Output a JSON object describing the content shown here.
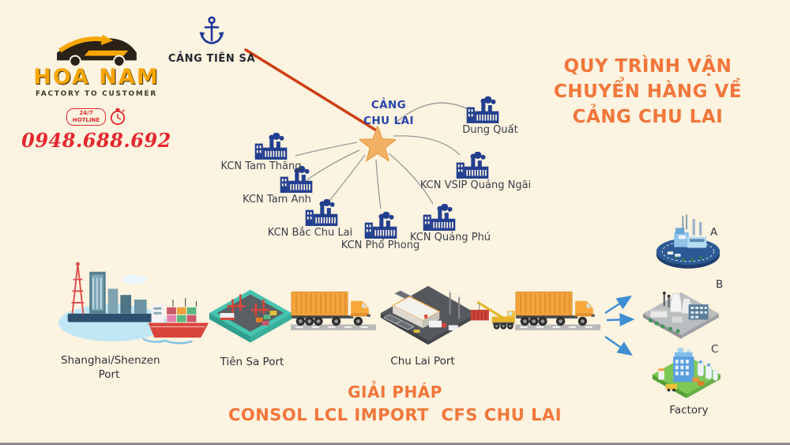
{
  "logo": {
    "brand": "HOA NAM",
    "tagline": "FACTORY TO CUSTOMER",
    "hotline_line1": "24/7",
    "hotline_line2": "HOTLINE",
    "phone": "0948.688.692"
  },
  "heading": {
    "lines": [
      "QUY TRÌNH VẬN",
      "CHUYỂN HÀNG VỀ",
      "CẢNG CHU LAI"
    ]
  },
  "map": {
    "source_port": {
      "label": "CẢNG TIÊN SA"
    },
    "hub": {
      "line1": "CẢNG",
      "line2": "CHU LAI"
    },
    "zones": [
      {
        "label": "Dung Quất"
      },
      {
        "label": "KCN VSIP Quảng Ngãi"
      },
      {
        "label": "KCN Quảng Phú"
      },
      {
        "label": "KCN Phổ Phong"
      },
      {
        "label": "KCN Bắc Chu Lai"
      },
      {
        "label": "KCN Tam Anh"
      },
      {
        "label": "KCN Tam Thăng"
      }
    ]
  },
  "flow": {
    "stops": [
      {
        "label": "Shanghai/Shenzen Port"
      },
      {
        "label": "Tiên Sa Port"
      },
      {
        "label": "Chu Lai Port"
      },
      {
        "label": "Factory"
      }
    ],
    "factory_variants": [
      "A",
      "B",
      "C"
    ]
  },
  "solution": {
    "title": "GIẢI PHÁP",
    "subtitle": "CONSOL LCL IMPORT  CFS CHU LAI"
  },
  "icons": {
    "anchor": "⚓",
    "star": "★",
    "factory": "🏭",
    "truck": "🚚",
    "clock": "⏱"
  },
  "colors": {
    "background": "#fcf3e0",
    "accent_orange": "#f2763a",
    "brand_orange": "#f7a600",
    "navy": "#223f8f",
    "hotline_red": "#e4272e",
    "route_red": "#cc4014",
    "arrow_blue": "#3f8fd2",
    "star_orange": "#f2b266"
  }
}
